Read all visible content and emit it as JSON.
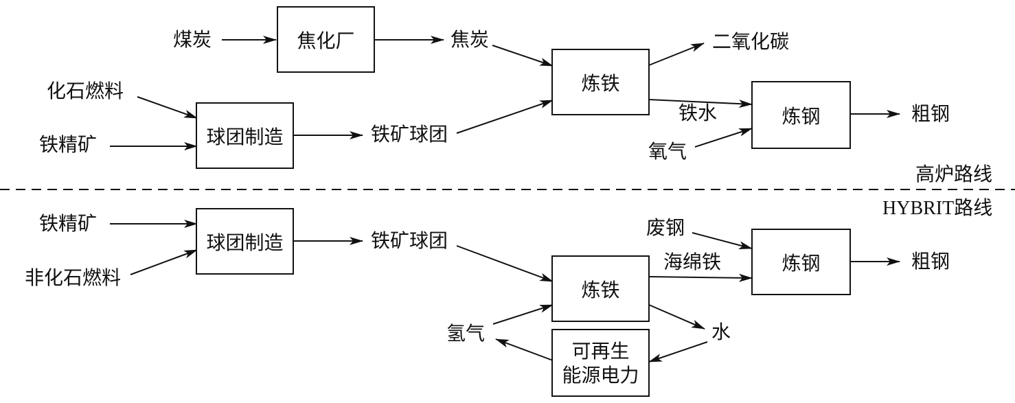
{
  "top": {
    "route_label": "高炉路线",
    "inputs": {
      "coal": "煤炭",
      "fossil_fuel": "化石燃料",
      "iron_concentrate": "铁精矿",
      "oxygen": "氧气"
    },
    "boxes": {
      "coking_plant": "焦化厂",
      "pelletizing": "球团制造",
      "ironmaking": "炼铁",
      "steelmaking": "炼钢"
    },
    "intermediates": {
      "coke": "焦炭",
      "iron_pellets": "铁矿球团",
      "molten_iron": "铁水"
    },
    "outputs": {
      "co2": "二氧化碳",
      "crude_steel": "粗钢"
    }
  },
  "bottom": {
    "route_label": "HYBRIT路线",
    "inputs": {
      "iron_concentrate": "铁精矿",
      "non_fossil_fuel": "非化石燃料",
      "scrap_steel": "废钢"
    },
    "boxes": {
      "pelletizing": "球团制造",
      "ironmaking": "炼铁",
      "steelmaking": "炼钢",
      "renewable_line1": "可再生",
      "renewable_line2": "能源电力"
    },
    "intermediates": {
      "iron_pellets": "铁矿球团",
      "sponge_iron": "海绵铁",
      "hydrogen": "氢气",
      "water": "水"
    },
    "outputs": {
      "crude_steel": "粗钢"
    }
  }
}
